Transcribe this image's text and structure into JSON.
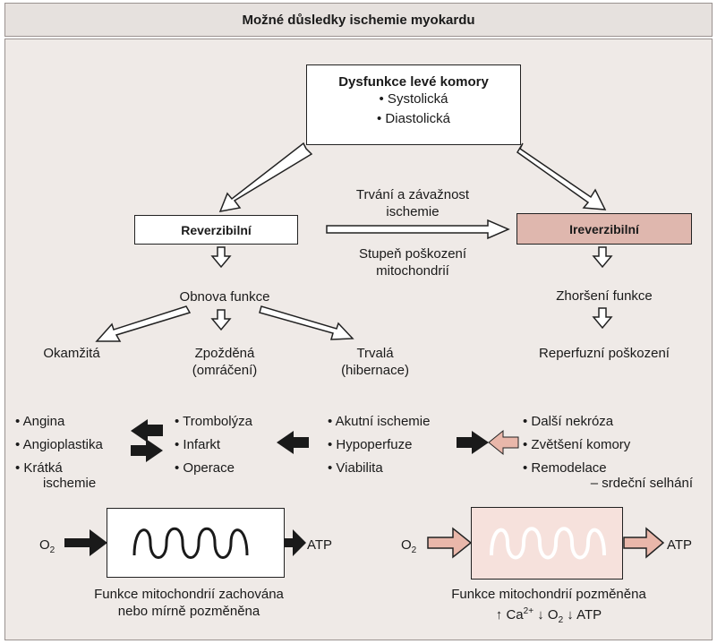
{
  "title": "Možné důsledky ischemie myokardu",
  "top_box": {
    "title": "Dysfunkce levé komory",
    "items": [
      "• Systolická",
      "• Diastolická"
    ]
  },
  "reversible": "Reverzibilní",
  "irreversible": "Ireverzibilní",
  "middle_label_1": [
    "Trvání a závažnost",
    "ischemie"
  ],
  "middle_label_2": [
    "Stupeň poškození",
    "mitochondrií"
  ],
  "left_branch": {
    "recovery": "Obnova funkce",
    "outcomes": [
      {
        "lines": [
          "Okamžitá"
        ]
      },
      {
        "lines": [
          "Zpožděná",
          "(omráčení)"
        ]
      },
      {
        "lines": [
          "Trvalá",
          "(hibernace)"
        ]
      }
    ]
  },
  "right_branch": {
    "worsening": "Zhoršení funkce",
    "reperfusion": "Reperfuzní poškození"
  },
  "lists": {
    "col1": [
      "• Angina",
      "• Angioplastika",
      "• Krátká",
      "ischemie"
    ],
    "col2": [
      "• Trombolýza",
      "• Infarkt",
      "• Operace"
    ],
    "col3": [
      "• Akutní ischemie",
      "• Hypoperfuze",
      "• Viabilita"
    ],
    "col4": [
      "• Další nekróza",
      "• Zvětšení komory",
      "• Remodelace",
      "– srdeční selhání"
    ]
  },
  "mito_left": {
    "input": "O",
    "input_sub": "2",
    "output": "ATP",
    "caption": [
      "Funkce mitochondrií zachována",
      "nebo mírně pozměněna"
    ]
  },
  "mito_right": {
    "input": "O",
    "input_sub": "2",
    "output": "ATP",
    "caption": "Funkce mitochondrií pozměněna",
    "caption2": {
      "p1": "↑ Ca",
      "p1_sup": "2+",
      "p2": " ↓ O",
      "p2_sub": "2",
      "p3": " ↓ ATP"
    }
  },
  "colors": {
    "frame_bg": "#efeae7",
    "title_bg": "#e6e1de",
    "irreversible_fill": "#dfb7ae",
    "pink_arrow": "#e9b7aa",
    "right_box_fill": "#f6e1dc"
  }
}
